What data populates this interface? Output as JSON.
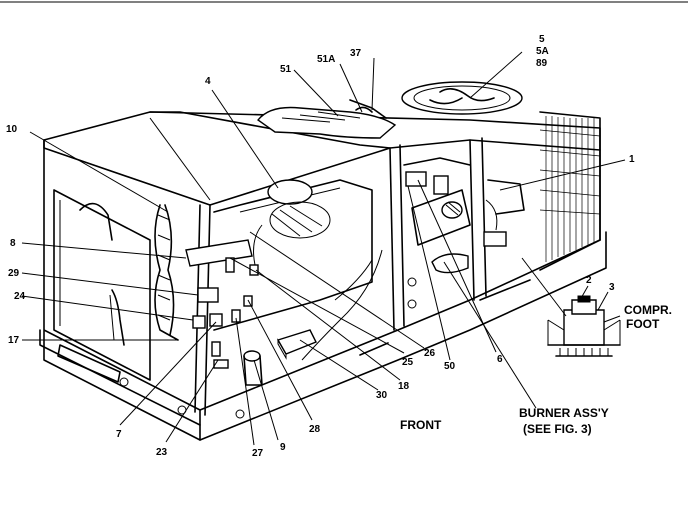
{
  "header_fragment": "",
  "callouts": {
    "c10": "10",
    "c4": "4",
    "c51": "51",
    "c51a": "51A",
    "c37": "37",
    "c5": "5",
    "c5a": "5A",
    "c89": "89",
    "c1": "1",
    "c8": "8",
    "c29": "29",
    "c24": "24",
    "c17": "17",
    "c7": "7",
    "c23": "23",
    "c27": "27",
    "c9": "9",
    "c28": "28",
    "c30": "30",
    "c18": "18",
    "c25": "25",
    "c26": "26",
    "c50": "50",
    "c6": "6",
    "c2": "2",
    "c3": "3"
  },
  "labels": {
    "compr_line1": "COMPR.",
    "compr_line2": "FOOT",
    "burner_line1": "BURNER ASS'Y",
    "burner_line2": "(SEE FIG. 3)",
    "front": "FRONT"
  }
}
